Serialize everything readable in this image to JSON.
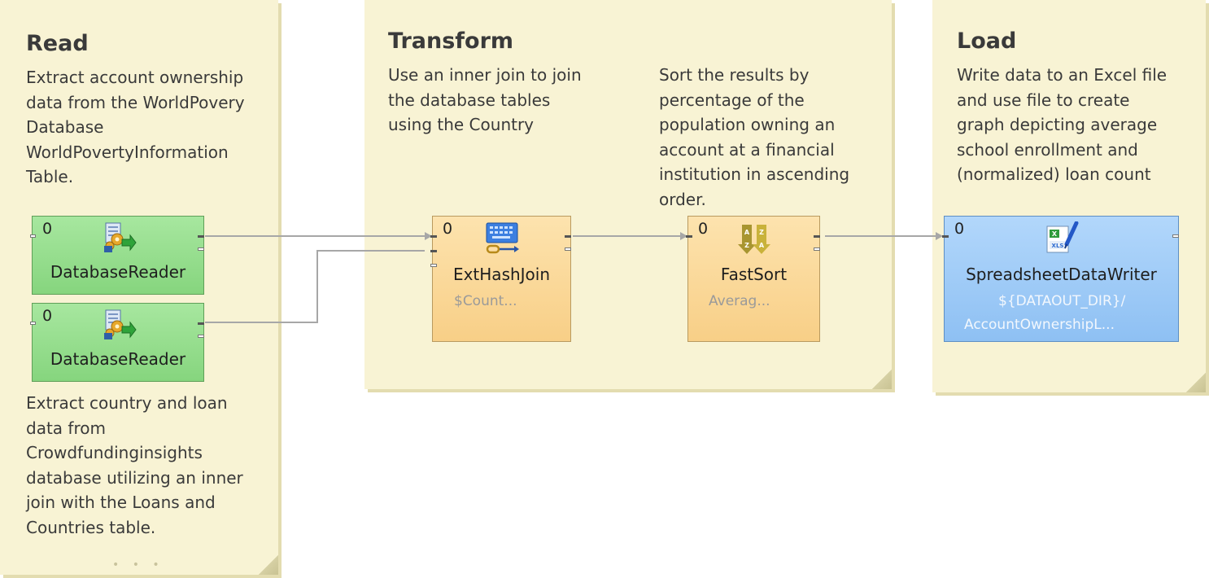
{
  "notes": {
    "read": {
      "title": "Read",
      "text_top": "Extract account ownership\ndata from the WorldPovery\nDatabase\nWorldPovertyInformation\nTable.",
      "text_bottom": "Extract country and loan\ndata from\nCrowdfundinginsights\ndatabase utilizing an inner\njoin with the Loans and\nCountries table.",
      "more": "• • •"
    },
    "transform": {
      "title": "Transform",
      "text_join": "Use an inner join to join\nthe database tables\nusing the Country",
      "text_sort": "Sort the results by\npercentage of the\npopulation owning an\naccount at a financial\ninstitution in ascending\norder."
    },
    "load": {
      "title": "Load",
      "text": "Write data to an Excel file\nand use file to create\ngraph depicting average\nschool enrollment and\n(normalized) loan count"
    }
  },
  "components": {
    "reader1": {
      "port": "0",
      "name": "DatabaseReader",
      "icon": "database-reader-icon"
    },
    "reader2": {
      "port": "0",
      "name": "DatabaseReader",
      "icon": "database-reader-icon"
    },
    "join": {
      "port": "0",
      "name": "ExtHashJoin",
      "sub": "$Count...",
      "icon": "hash-join-icon"
    },
    "sort": {
      "port": "0",
      "name": "FastSort",
      "sub": "Averag...",
      "icon": "sort-az-icon"
    },
    "writer": {
      "port": "0",
      "name": "SpreadsheetDataWriter",
      "sub1": "${DATAOUT_DIR}/",
      "sub2": "AccountOwnershipL...",
      "icon": "xls-writer-icon",
      "icon_text": "XLS"
    }
  },
  "colors": {
    "note_bg": "#f8f3d4",
    "reader": "#94dc8b",
    "transformer": "#fbd99b",
    "writer": "#9ccbf7",
    "edge": "#a0a0a0"
  }
}
